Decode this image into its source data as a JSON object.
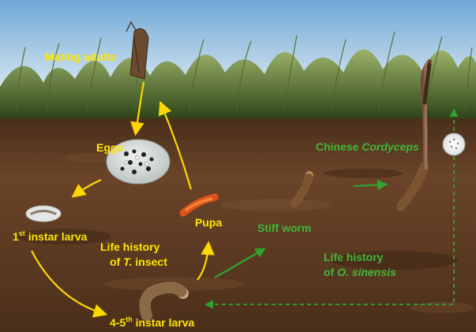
{
  "colors": {
    "insect_label": "#FFE600",
    "fungus_label": "#3FB83A",
    "insect_arrow": "#FFD700",
    "fungus_arrow": "#2FA52F",
    "sky_top": "#6FA8D6",
    "sky_bottom": "#D9E8F2",
    "soil": "#5A3A22",
    "grass": "#3F5A23"
  },
  "insect_cycle": {
    "mating_adults": "Mating adults",
    "eggs": "Eggs",
    "first_instar": {
      "main": "1",
      "sup": "st",
      "rest": " instar larva"
    },
    "late_instar": {
      "main": "4-5",
      "sup": "th",
      "rest": " instar larva"
    },
    "pupa": "Pupa",
    "title_line1": "Life history",
    "title_line2_prefix": "of ",
    "title_line2_italic": "T.",
    "title_line2_suffix": " insect"
  },
  "fungus_cycle": {
    "stiff_worm": "Stiff worm",
    "chinese_cordyceps_word1": "Chinese",
    "chinese_cordyceps_word2": "Cordyceps",
    "title_line1": "Life history",
    "title_line2_prefix": "of ",
    "title_line2_italic": "O. sinensis"
  },
  "icons": [
    "moth-icon",
    "eggs-icon",
    "larva-icon",
    "pupa-icon",
    "caterpillar-icon",
    "stiff-worm-icon",
    "cordyceps-icon",
    "spores-icon"
  ]
}
